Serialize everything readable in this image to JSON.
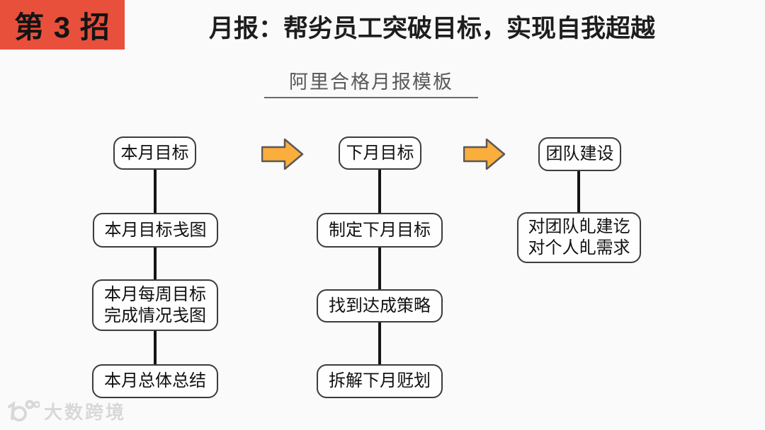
{
  "badge": {
    "label": "第 3 招"
  },
  "header": {
    "title": "月报：帮劣员工突破目标，实现自我超越",
    "subtitle": "阿里合格月报模板"
  },
  "flowchart": {
    "columns": [
      {
        "boxes": [
          [
            "本月目标"
          ],
          [
            "本月目标戋图"
          ],
          [
            "本月每周目标",
            "完成情况戋图"
          ],
          [
            "本月总体总结"
          ]
        ]
      },
      {
        "boxes": [
          [
            "下月目标"
          ],
          [
            "制定下月目标"
          ],
          [
            "找到达成策略"
          ],
          [
            "拆解下月觃划"
          ]
        ]
      },
      {
        "boxes": [
          [
            "团队建设"
          ],
          [
            "对团队癿建讫",
            "对个人癿需求"
          ]
        ]
      }
    ],
    "arrow_icon": "block-arrow-right"
  },
  "watermark": {
    "logo": "100",
    "text": "大数跨境"
  },
  "colors": {
    "badge_bg": "#e8503c",
    "badge_text": "#141414",
    "title_text": "#1d1d1d",
    "subtitle_text": "#595959",
    "box_border": "#3d3d3d",
    "box_bg": "#fefefe",
    "box_text": "#111111",
    "connector": "#141414",
    "arrow_fill": "#fbae3c",
    "arrow_stroke": "#595959",
    "watermark_color": "#d8d8d8",
    "page_bg": "#fafafa"
  }
}
